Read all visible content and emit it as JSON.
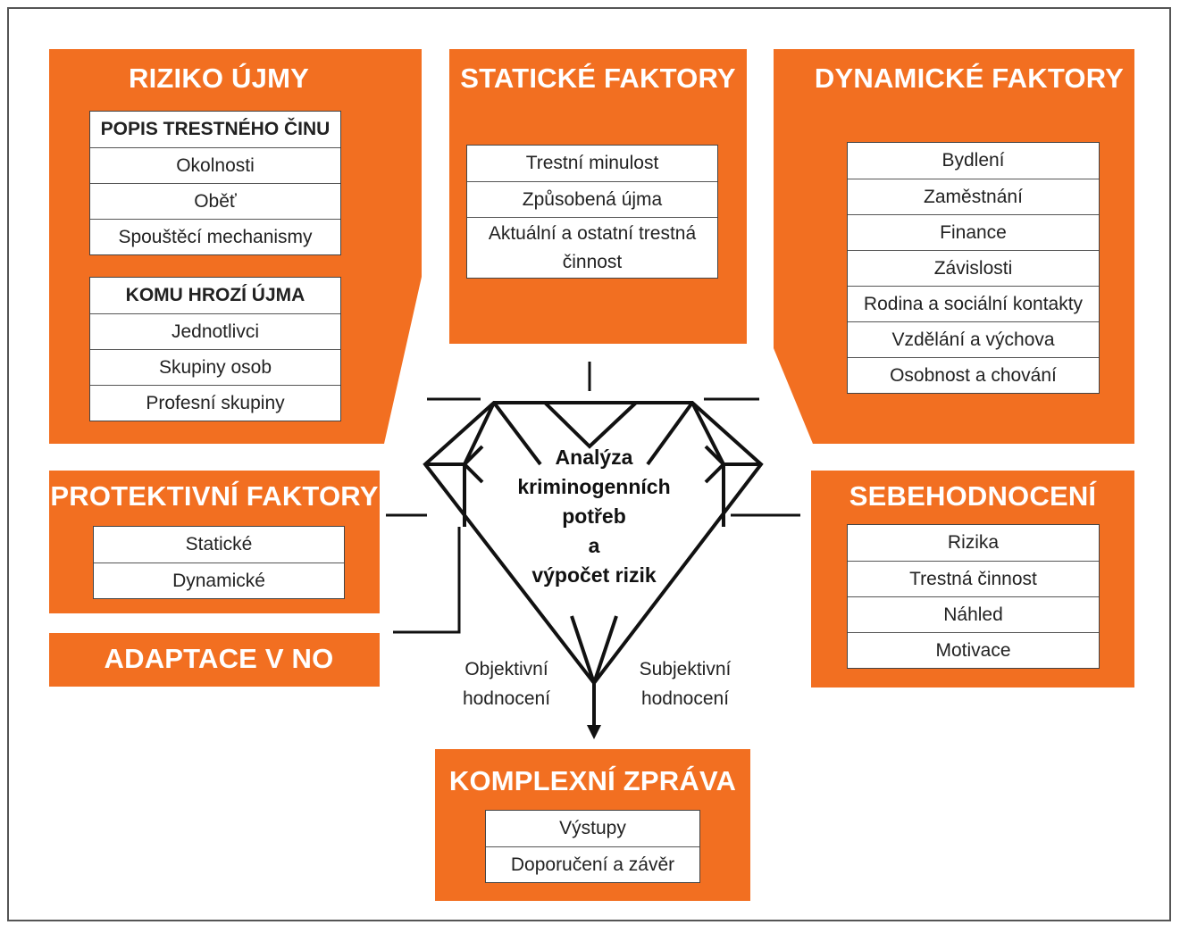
{
  "riziko_ujmy": {
    "title": "RIZIKO ÚJMY",
    "popis": [
      "POPIS TRESTNÉHO ČINU",
      "Okolnosti",
      "Oběť",
      "Spouštěcí mechanismy"
    ],
    "komu": [
      "KOMU HROZÍ ÚJMA",
      "Jednotlivci",
      "Skupiny osob",
      "Profesní skupiny"
    ]
  },
  "staticke": {
    "title": "STATICKÉ FAKTORY",
    "items": [
      "Trestní minulost",
      "Způsobená újma",
      "Aktuální a ostatní trestná činnost"
    ]
  },
  "dynamicke": {
    "title": "DYNAMICKÉ FAKTORY",
    "items": [
      "Bydlení",
      "Zaměstnání",
      "Finance",
      "Závislosti",
      "Rodina a sociální kontakty",
      "Vzdělání a výchova",
      "Osobnost a chování"
    ]
  },
  "protektivni": {
    "title": "PROTEKTIVNÍ FAKTORY",
    "items": [
      "Statické",
      "Dynamické"
    ]
  },
  "adaptace": {
    "title": "ADAPTACE V NO"
  },
  "sebehodnoceni": {
    "title": "SEBEHODNOCENÍ",
    "items": [
      "Rizika",
      "Trestná činnost",
      "Náhled",
      "Motivace"
    ]
  },
  "center": {
    "line1": "Analýza",
    "line2": "kriminogenních",
    "line3": "potřeb",
    "line4": "a",
    "line5": "výpočet rizik"
  },
  "objektivni": {
    "line1": "Objektivní",
    "line2": "hodnocení"
  },
  "subjektivni": {
    "line1": "Subjektivní",
    "line2": "hodnocení"
  },
  "komplexni": {
    "title": "KOMPLEXNÍ ZPRÁVA",
    "items": [
      "Výstupy",
      "Doporučení a závěr"
    ]
  },
  "colors": {
    "accent": "#f26f21",
    "line": "#111111"
  }
}
